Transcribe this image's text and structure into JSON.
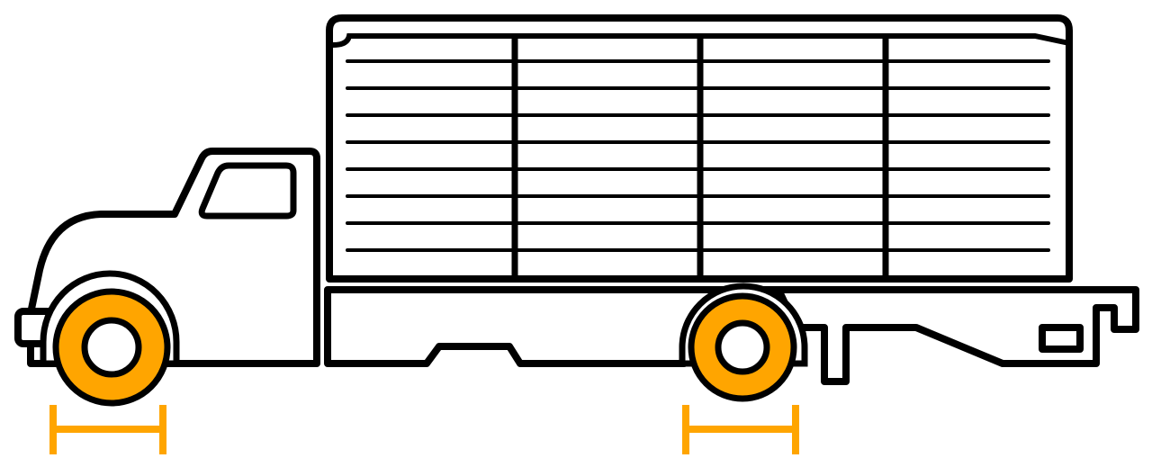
{
  "diagram": {
    "subject": "truck-side-view",
    "colors": {
      "outline": "#000000",
      "fill": "#ffffff",
      "accent": "#FFA500"
    },
    "cargo_box": {
      "slat_count": 8,
      "post_count": 3
    },
    "wheels": [
      {
        "id": "front",
        "tire_color": "#FFA500",
        "hub_color": "#ffffff"
      },
      {
        "id": "rear",
        "tire_color": "#FFA500",
        "hub_color": "#ffffff"
      }
    ],
    "width_markers": [
      {
        "id": "front",
        "color": "#FFA500",
        "icon": "dimension-bracket"
      },
      {
        "id": "rear",
        "color": "#FFA500",
        "icon": "dimension-bracket"
      }
    ]
  }
}
